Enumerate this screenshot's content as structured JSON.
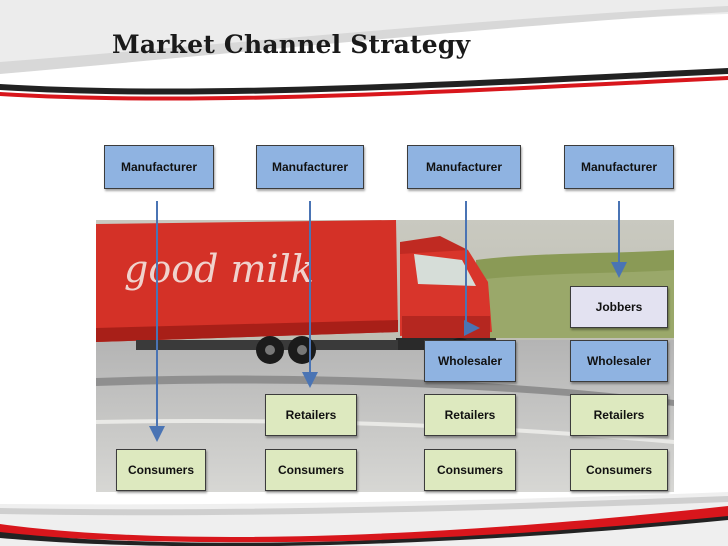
{
  "title": "Market Channel Strategy",
  "photo_text": "good milk",
  "channels": [
    {
      "manufacturer": "Manufacturer",
      "consumers": "Consumers"
    },
    {
      "manufacturer": "Manufacturer",
      "retailers": "Retailers",
      "consumers": "Consumers"
    },
    {
      "manufacturer": "Manufacturer",
      "wholesaler": "Wholesaler",
      "retailers": "Retailers",
      "consumers": "Consumers"
    },
    {
      "manufacturer": "Manufacturer",
      "jobbers": "Jobbers",
      "wholesaler": "Wholesaler",
      "retailers": "Retailers",
      "consumers": "Consumers"
    }
  ],
  "colors": {
    "manufacturer_fill": "#8fb3e1",
    "wholesaler_fill": "#8fb3e1",
    "retailer_fill": "#dde9bf",
    "consumer_fill": "#dde9bf",
    "jobber_fill": "#e3e2f1",
    "arrow": "#4a74b4",
    "swoosh_red": "#d8161c"
  }
}
